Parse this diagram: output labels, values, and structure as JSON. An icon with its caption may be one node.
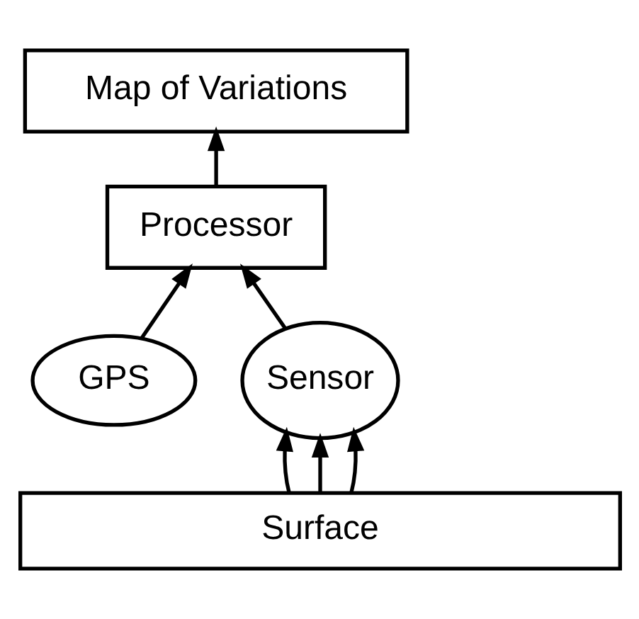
{
  "diagram": {
    "nodes": [
      {
        "text": [
          "Map of Variations"
        ]
      },
      {
        "text": [
          "Processor"
        ]
      },
      {
        "text": [
          "GPS"
        ]
      },
      {
        "text": [
          "Sensor"
        ]
      },
      {
        "text": [
          "Surface"
        ]
      }
    ],
    "edges": [
      {
        "from": 1,
        "to": 0,
        "arrow": "to"
      },
      {
        "from": 2,
        "to": 1,
        "arrow": "to"
      },
      {
        "from": 3,
        "to": 1,
        "arrow": "to"
      },
      {
        "from": 4,
        "to": 3,
        "arrow": "to"
      },
      {
        "from": 4,
        "to": 3,
        "arrow": "to"
      },
      {
        "from": 4,
        "to": 3,
        "arrow": "to"
      }
    ]
  }
}
